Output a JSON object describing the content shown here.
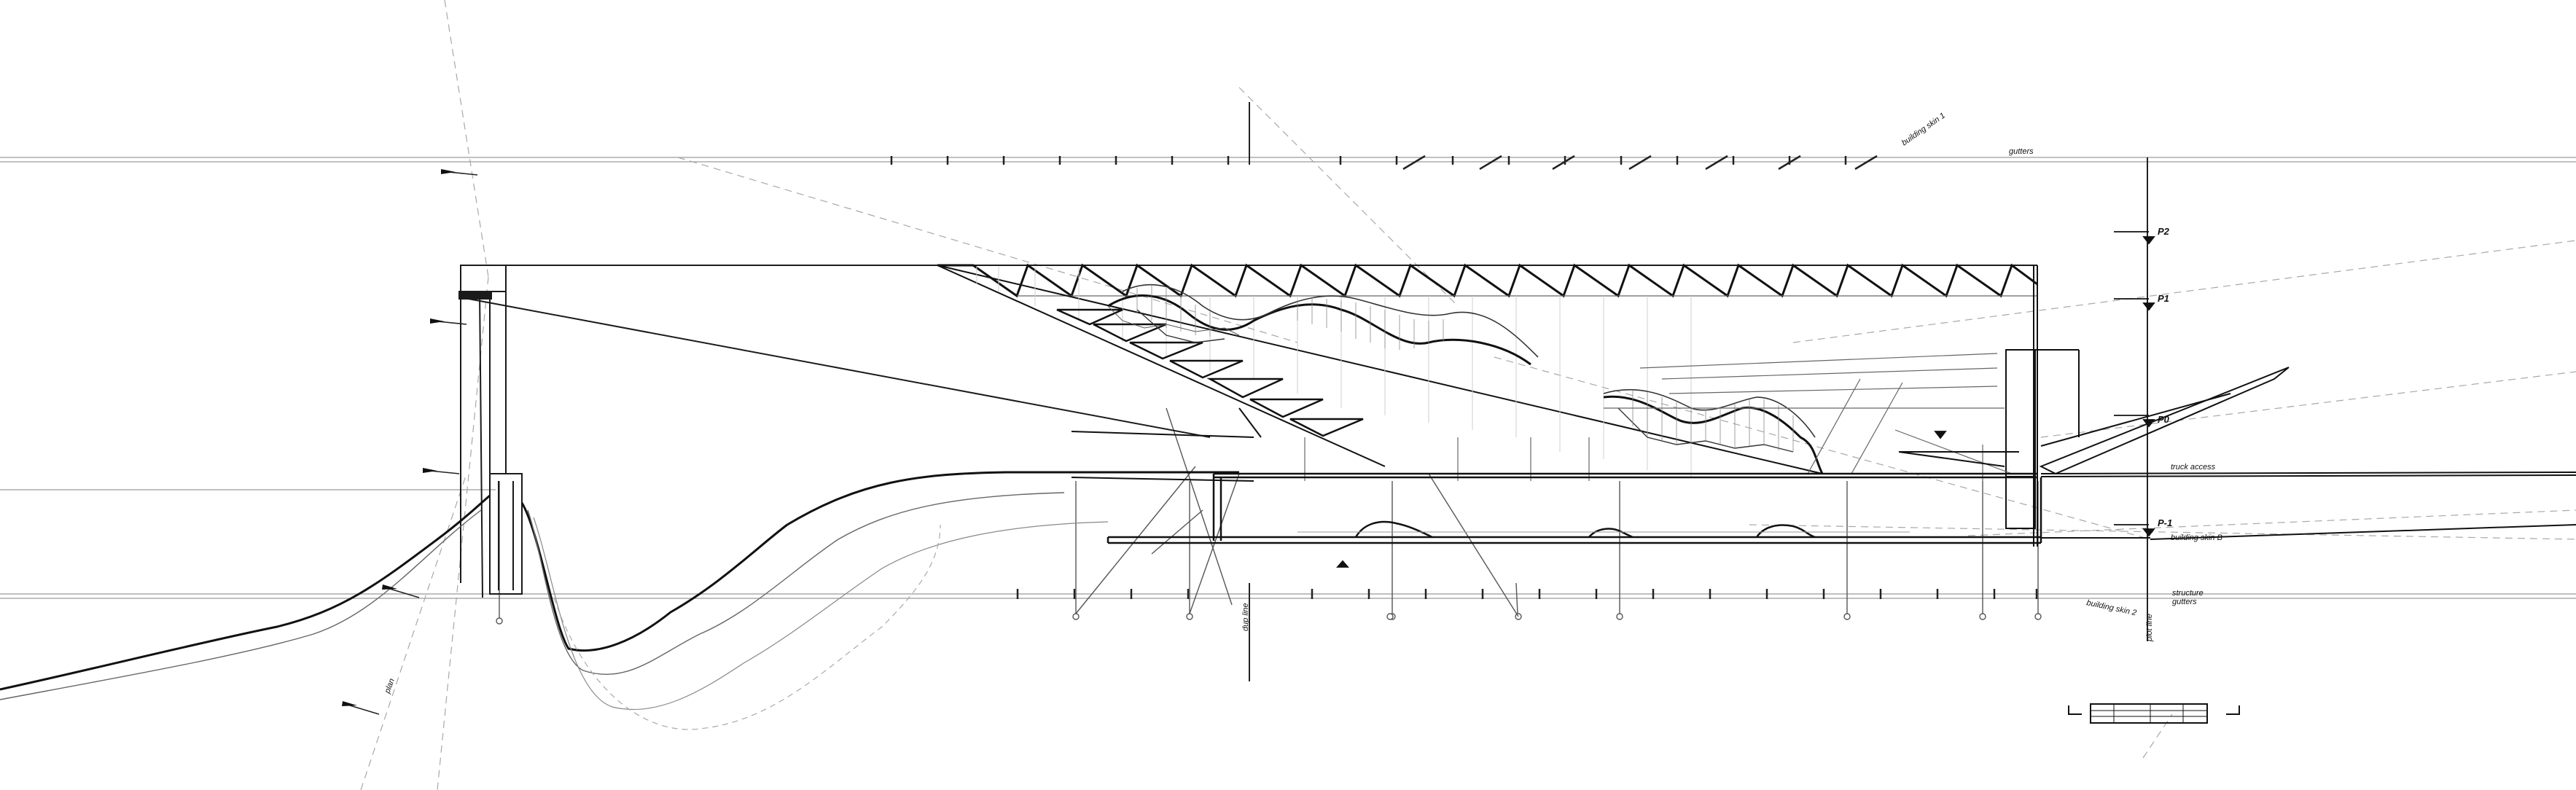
{
  "drawing": {
    "kind": "architectural section drawing",
    "line_color": "#1a1a1a",
    "dash_color": "#9a9a9a"
  },
  "annotations": {
    "gutters_top": "gutters",
    "building_skin_1": "building skin 1",
    "building_skin_2": "building skin 2",
    "structure_gutters_1": "structure",
    "structure_gutters_2": "gutters",
    "truck_access": "truck access",
    "building_skin_b": "building skin B",
    "dup_line": "dup line",
    "plot_line": "plot line",
    "plan": "plan"
  },
  "levels": [
    {
      "id": "P2",
      "label": "P2"
    },
    {
      "id": "P1",
      "label": "P1"
    },
    {
      "id": "P0",
      "label": "P0"
    },
    {
      "id": "P-1",
      "label": "P-1"
    }
  ]
}
